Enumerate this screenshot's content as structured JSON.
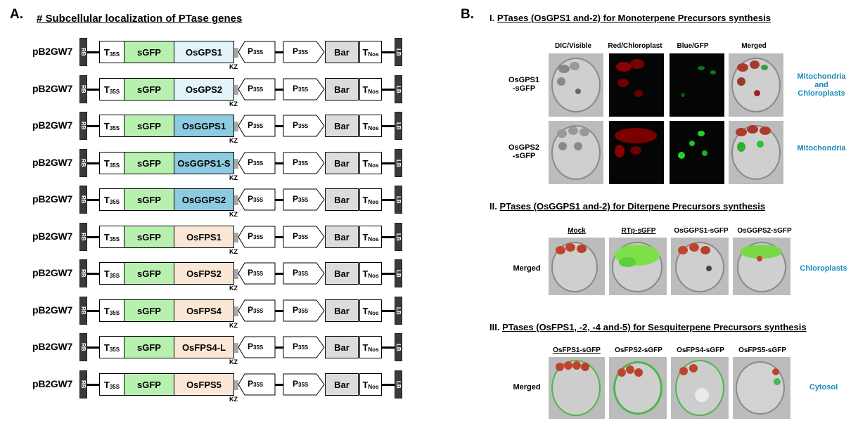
{
  "panel_a": {
    "letter": "A.",
    "title": "# Subcellular localization of PTase genes",
    "rows": [
      {
        "vector": "pB2GW7",
        "gene": "OsGPS1",
        "color": "#e3f3fa"
      },
      {
        "vector": "pB2GW7",
        "gene": "OsGPS2",
        "color": "#e3f3fa"
      },
      {
        "vector": "pB2GW7",
        "gene": "OsGGPS1",
        "color": "#8ccbe0"
      },
      {
        "vector": "pB2GW7",
        "gene": "OsGGPS1-S",
        "color": "#8ccbe0"
      },
      {
        "vector": "pB2GW7",
        "gene": "OsGGPS2",
        "color": "#8ccbe0"
      },
      {
        "vector": "pB2GW7",
        "gene": "OsFPS1",
        "color": "#fbe7d5"
      },
      {
        "vector": "pB2GW7",
        "gene": "OsFPS2",
        "color": "#fbe7d5"
      },
      {
        "vector": "pB2GW7",
        "gene": "OsFPS4",
        "color": "#fbe7d5"
      },
      {
        "vector": "pB2GW7",
        "gene": "OsFPS4-L",
        "color": "#fbe7d5"
      },
      {
        "vector": "pB2GW7",
        "gene": "OsFPS5",
        "color": "#fbe7d5"
      }
    ],
    "labels": {
      "rb": "RB",
      "lb": "LB",
      "t": "T",
      "t35s_sub": "35S",
      "sgfp": "sGFP",
      "p": "P",
      "p35s_sub": "35S",
      "bar": "Bar",
      "tnos_sub": "Nos",
      "kz": "KZ"
    },
    "colors": {
      "sgfp": "#b8f0b0",
      "bar": "#dcdcdc"
    }
  },
  "panel_b": {
    "letter": "B.",
    "section1": {
      "prefix": "I. ",
      "title": "PTases (OsGPS1 and-2) for Monoterpene Precursors synthesis",
      "columns": [
        "DIC/Visible",
        "Red/Chloroplast",
        "Blue/GFP",
        "Merged"
      ],
      "rows": [
        {
          "label_line1": "OsGPS1",
          "label_line2": "-sGFP",
          "loc_lines": [
            "Mitochondria",
            "and",
            "Chloroplasts"
          ]
        },
        {
          "label_line1": "OsGPS2",
          "label_line2": "-sGFP",
          "loc_lines": [
            "Mitochondria"
          ]
        }
      ]
    },
    "section2": {
      "prefix": "II. ",
      "title": "PTases (OsGGPS1 and-2) for Diterpene Precursors synthesis",
      "columns": [
        "Mock",
        "RTp-sGFP",
        "OsGGPS1-sGFP",
        "OsGGPS2-sGFP"
      ],
      "row_label": "Merged",
      "loc": "Chloroplasts"
    },
    "section3": {
      "prefix": "III. ",
      "title": "PTases (OsFPS1, -2, -4 and-5) for Sesquiterpene Precursors synthesis",
      "columns": [
        "OsFPS1-sGFP",
        "OsFPS2-sGFP",
        "OsFPS4-sGFP",
        "OsFPS5-sGFP"
      ],
      "row_label": "Merged",
      "loc": "Cytosol"
    }
  }
}
